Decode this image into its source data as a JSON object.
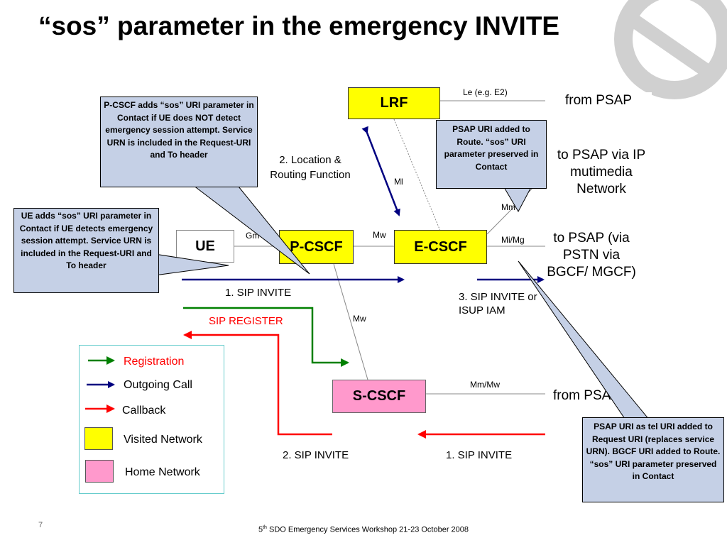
{
  "title": "“sos” parameter in the emergency INVITE",
  "nodes": {
    "lrf": "LRF",
    "ue": "UE",
    "pcscf": "P-CSCF",
    "ecscf": "E-CSCF",
    "scscf": "S-CSCF"
  },
  "interfaces": {
    "le": "Le (e.g. E2)",
    "ml": "Ml",
    "mm_top": "Mm",
    "gm": "Gm",
    "mw_pe": "Mw",
    "mi_mg": "Mi/Mg",
    "mw_ps": "Mw",
    "mm_mw": "Mm/Mw"
  },
  "labels": {
    "location_routing": "2. Location & Routing Function",
    "sip_invite_1_top": "1. SIP INVITE",
    "sip_invite_3": "3. SIP INVITE or ISUP IAM",
    "sip_register": "SIP REGISTER",
    "sip_invite_2_bottom": "2. SIP INVITE",
    "sip_invite_1_bottom": "1. SIP INVITE"
  },
  "destinations": {
    "from_psap_top": "from PSAP",
    "to_psap_ip": "to PSAP via IP mutimedia Network",
    "to_psap_pstn": "to PSAP (via PSTN via BGCF/ MGCF)",
    "from_psap_bottom": "from PSAP"
  },
  "callouts": {
    "pcscf": "P-CSCF adds “sos” URI parameter in Contact if UE does NOT detect emergency session attempt. Service URN is included in the Request-URI and To header",
    "ue": "UE adds “sos” URI parameter in Contact if UE detects emergency session attempt. Service URN is included in the Request-URI and To header",
    "psap_route": "PSAP URI added to Route. “sos” URI parameter preserved in Contact",
    "psap_tel": "PSAP URI as tel URI added to Request URI (replaces service URN). BGCF URI added to Route. “sos” URI parameter preserved in Contact"
  },
  "legend": {
    "registration": "Registration",
    "outgoing_call": "Outgoing Call",
    "callback": "Callback",
    "visited_network": "Visited Network",
    "home_network": "Home Network"
  },
  "colors": {
    "registration": "#008000",
    "outgoing_call": "#000080",
    "callback": "#ff0000",
    "visited_network": "#ffff00",
    "home_network": "#ff99cc",
    "callout_fill": "#c5d0e6"
  },
  "icons": {
    "corner_logo": "logo-ring-icon"
  },
  "footer": {
    "prefix": "5",
    "superscript": "th",
    "text": " SDO Emergency Services Workshop  21-23 October 2008"
  },
  "page_number": "7"
}
